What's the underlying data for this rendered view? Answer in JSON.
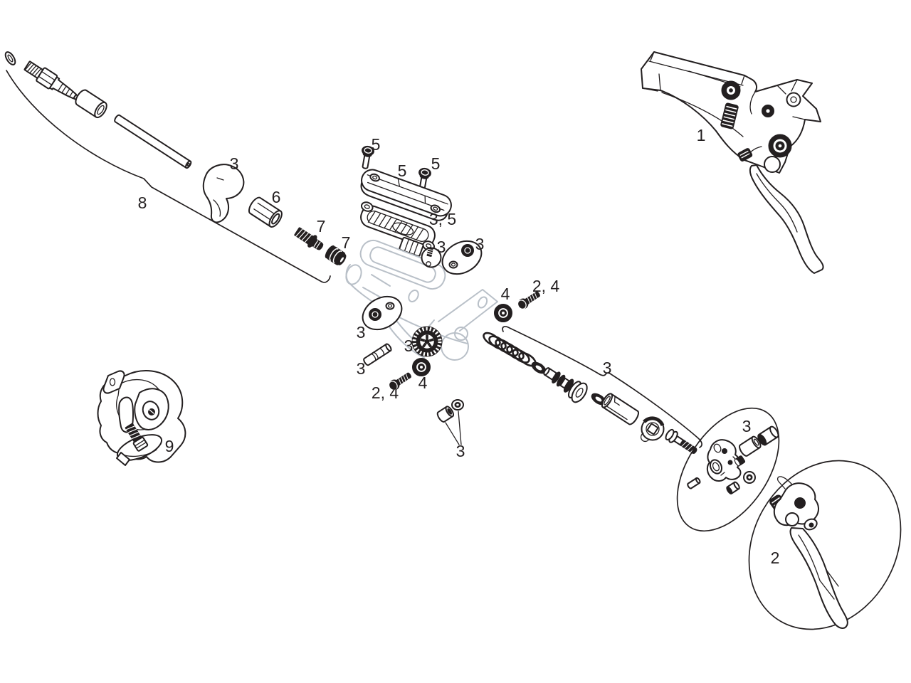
{
  "figure": {
    "type": "exploded-parts-diagram",
    "subject": "Hydraulic disc brake lever exploded view",
    "background": "#ffffff",
    "line_color": "#231f20",
    "ghost_color": "#b9c0c8"
  },
  "callouts": [
    {
      "id": "lever-assembly",
      "text": "1"
    },
    {
      "id": "hose",
      "text": "8"
    },
    {
      "id": "hose-clamp",
      "text": "3"
    },
    {
      "id": "hose-nut",
      "text": "6"
    },
    {
      "id": "compression-bolt",
      "text": "7"
    },
    {
      "id": "compression-olive",
      "text": "7"
    },
    {
      "id": "cap-screw-a",
      "text": "5"
    },
    {
      "id": "reservoir-cap",
      "text": "5"
    },
    {
      "id": "cap-screw-b",
      "text": "5"
    },
    {
      "id": "cap-gasket",
      "text": "3, 5"
    },
    {
      "id": "bleed-screw-detail",
      "text": "3"
    },
    {
      "id": "port-plate-right",
      "text": "3"
    },
    {
      "id": "pivot-bearing-upper",
      "text": "4"
    },
    {
      "id": "pivot-bolt-upper",
      "text": "2, 4"
    },
    {
      "id": "port-plate-left",
      "text": "3"
    },
    {
      "id": "reach-adjust-wheel",
      "text": "3"
    },
    {
      "id": "clevis-pin",
      "text": "3"
    },
    {
      "id": "pivot-bolt-lower",
      "text": "2, 4"
    },
    {
      "id": "pivot-bearing-lower",
      "text": "4"
    },
    {
      "id": "piston-kit",
      "text": "3"
    },
    {
      "id": "pivot-bushings",
      "text": "3"
    },
    {
      "id": "handlebar-clamp",
      "text": "9"
    },
    {
      "id": "hardware-kit",
      "text": "3"
    },
    {
      "id": "lever-blade",
      "text": "2"
    }
  ]
}
